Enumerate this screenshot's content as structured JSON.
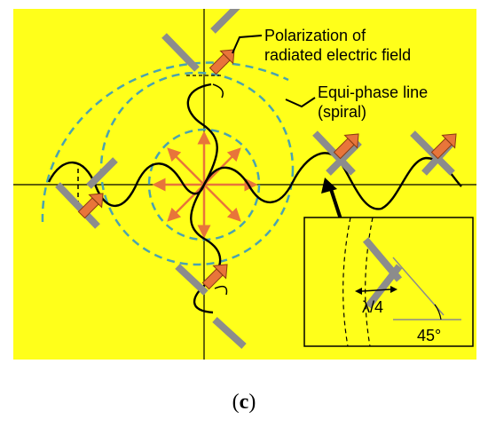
{
  "colors": {
    "background": "#ffff1a",
    "dipole": "#8c8c8c",
    "arrow": "#e8753a",
    "arrow_stroke": "#8a3a12",
    "spiral": "#4aa3b0",
    "wave": "#000000"
  },
  "labels": {
    "polarization_line1": "Polarization of",
    "polarization_line2": "radiated electric field",
    "equiphase_line1": "Equi-phase line",
    "equiphase_line2": "(spiral)",
    "lambda": "λ/4",
    "angle": "45°"
  },
  "caption": {
    "open": "(",
    "letter": "c",
    "close": ")"
  }
}
